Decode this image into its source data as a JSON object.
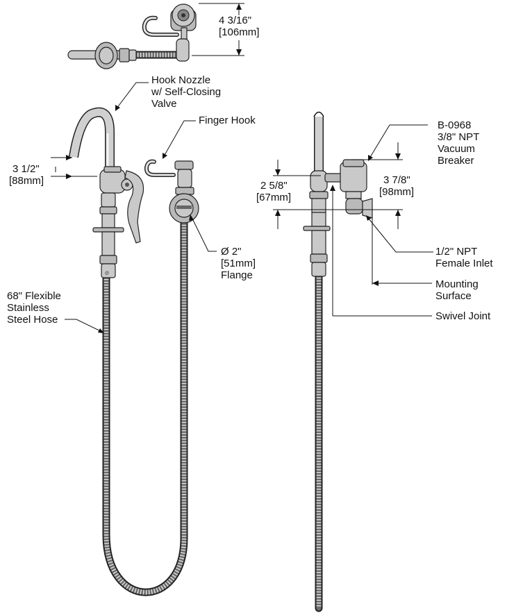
{
  "dimensions": {
    "top_height": {
      "imperial": "4 3/16\"",
      "metric": "106mm"
    },
    "nozzle_height": {
      "imperial": "3 1/2\"",
      "metric": "88mm"
    },
    "breaker_drop": {
      "imperial": "2 5/8\"",
      "metric": "67mm"
    },
    "breaker_height": {
      "imperial": "3 7/8\"",
      "metric": "98mm"
    },
    "flange": {
      "symbol": "Ø 2\"",
      "metric": "51mm",
      "name": "Flange"
    }
  },
  "callouts": {
    "hook_nozzle": [
      "Hook Nozzle",
      "w/ Self-Closing",
      "Valve"
    ],
    "finger_hook": [
      "Finger Hook"
    ],
    "hose": [
      "68\" Flexible",
      "Stainless",
      "Steel Hose"
    ],
    "vacuum_breaker": [
      "B-0968",
      "3/8\" NPT",
      "Vacuum",
      "Breaker"
    ],
    "inlet": [
      "1/2\" NPT",
      "Female Inlet"
    ],
    "mounting": [
      "Mounting",
      "Surface"
    ],
    "swivel": [
      "Swivel Joint"
    ]
  }
}
